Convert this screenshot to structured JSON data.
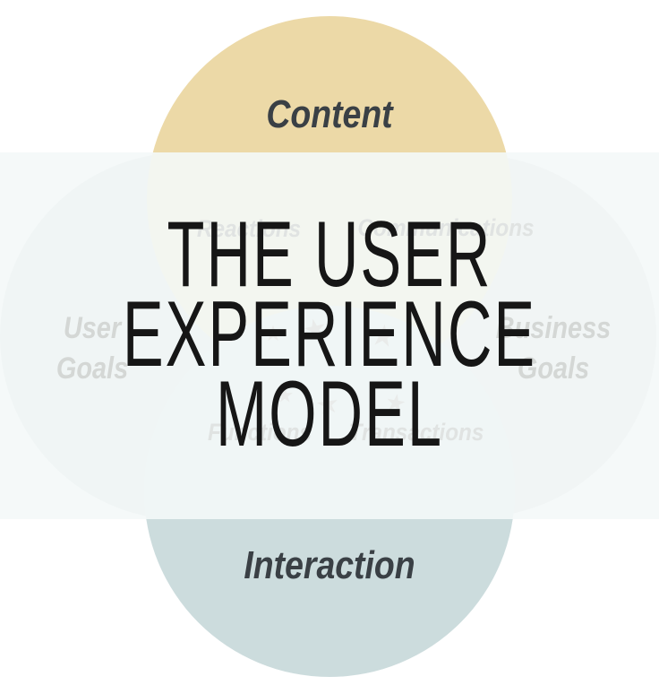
{
  "diagram": {
    "title": {
      "line1": "THE USER",
      "line2": "EXPERIENCE",
      "line3": "MODEL"
    },
    "circles": {
      "content": {
        "label": "Content",
        "color": "#ecd9a7"
      },
      "interaction": {
        "label": "Interaction",
        "color": "#ccdcdd"
      },
      "user_goals": {
        "line1": "User",
        "line2": "Goals"
      },
      "business_goals": {
        "line1": "Business",
        "line2": "Goals"
      }
    },
    "overlap_labels": {
      "top_left": "Reactions",
      "top_right": "Communications",
      "bottom_left": "Functions",
      "bottom_right": "Transactions"
    },
    "decor": {
      "star_glyph": "★"
    },
    "colors": {
      "content_fill": "#ecd9a7",
      "interaction_fill": "#ccdcdd",
      "goals_fill": "#ccd6d3",
      "business_fill": "#cfd0d6",
      "dark_label_text": "#3a4045",
      "faint_goal_text": "#d4d7d5",
      "faint_overlap_text": "#e0e3e2",
      "veil": "#f4f8f8",
      "title_text": "#161616"
    }
  }
}
